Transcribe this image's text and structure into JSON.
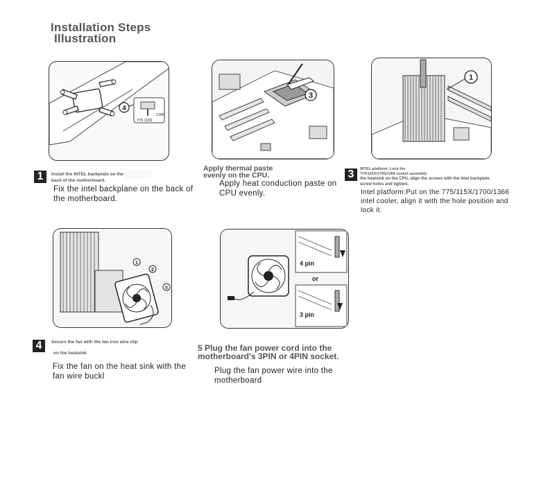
{
  "title": {
    "line1": "Installation Steps",
    "line2": "Illustration"
  },
  "steps": [
    {
      "number": "1",
      "caption_small": "Install the INTEL backplate on the back of the motherboard.",
      "body": "Fix the intel backplane on the back of the motherboard.",
      "labels": {
        "callout": "4",
        "socket_a": "775 1156",
        "socket_b": "1366"
      }
    },
    {
      "caption_bold": "Apply thermal paste evenly on the CPU.",
      "body": "Apply heat conduction paste on CPU evenly.",
      "labels": {
        "callout": "3"
      }
    },
    {
      "number": "3",
      "caption_small_1": "INTEL platform: Lock the 775/115X/1700/1366 socket assembly",
      "caption_small_2": "the heatsink on the CPU, align the screws with the Intel backplate screw holes and tighten.",
      "body": "Intel platform:Put on the 775/115X/1700/1366 intel cooler, align it with the hole position and lock it.",
      "labels": {
        "callout": "1"
      }
    },
    {
      "number": "4",
      "caption_small_1": "Secure the fan with the fan iron wire clip",
      "caption_small_2": "on the heatsink",
      "body": "Fix the fan on the heat sink with the fan wire buckl",
      "labels": {
        "c1": "1",
        "c2": "2",
        "c3": "5"
      }
    },
    {
      "caption_bold": "5 Plug the fan power cord into the motherboard's 3PIN or 4PIN socket.",
      "body": "Plug the fan power wire into the motherboard",
      "labels": {
        "pin4": "4 pin",
        "or": "or",
        "pin3": "3 pin"
      }
    }
  ]
}
